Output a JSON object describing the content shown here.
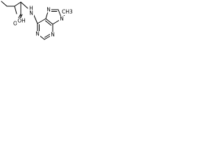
{
  "structure": {
    "atoms": {
      "n_amine": "N",
      "h_amine": "H",
      "o_carbonyl": "O",
      "o_hydroxyl": "OH",
      "n1": "N",
      "n3": "N",
      "n7": "N",
      "n9": "N",
      "methyl_n9": "CH3"
    }
  }
}
